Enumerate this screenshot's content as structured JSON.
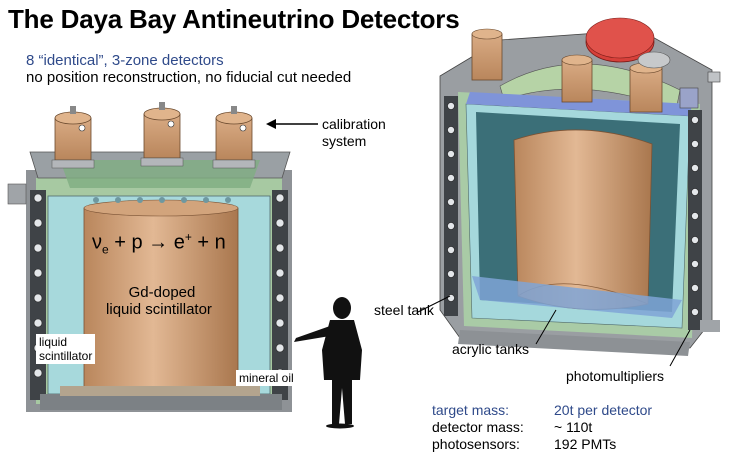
{
  "title": "The Daya Bay Antineutrino Detectors",
  "subtitle_1": "8 “identical”, 3-zone detectors",
  "subtitle_2": "no position reconstruction, no fiducial cut needed",
  "labels": {
    "calibration_1": "calibration",
    "calibration_2": "system",
    "reaction_nu": "ν",
    "reaction_e": "e",
    "reaction_rest": " + p → e",
    "reaction_plus": "+",
    "reaction_n": " + n",
    "gd_1": "Gd-doped",
    "gd_2": "liquid scintillator",
    "ls_1": "liquid",
    "ls_2": "scintillator",
    "mineral_oil": "mineral oil",
    "steel_tank": "steel tank",
    "acrylic_tanks": "acrylic tanks",
    "photomultipliers": "photomultipliers"
  },
  "specs": [
    {
      "key": "target mass:",
      "value": "20t per detector"
    },
    {
      "key": "detector mass:",
      "value": "~ 110t"
    },
    {
      "key": "photosensors:",
      "value": "192 PMTs"
    }
  ],
  "colors": {
    "title_blue": "#2f4a8a",
    "copper": "#c89a72",
    "acrylic": "#9fd6da",
    "steel": "#8c8f93",
    "green_wall": "#9fc79b",
    "red_lid": "#d6403a"
  },
  "icons": [
    "presenter-silhouette",
    "arrow-icon"
  ]
}
